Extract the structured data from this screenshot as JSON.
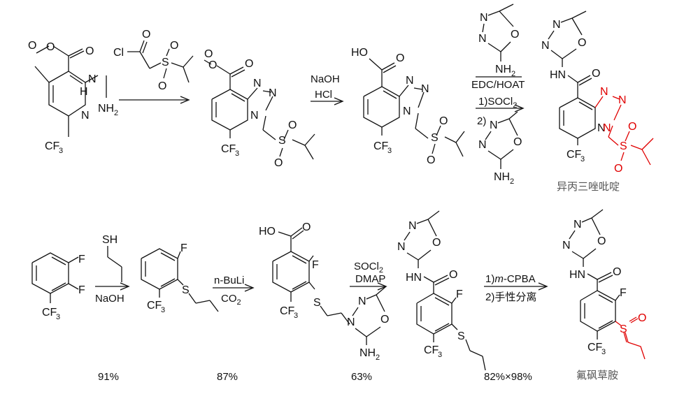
{
  "scheme1": {
    "step1": {
      "reagent_atoms": [
        "Cl",
        "O",
        "S",
        "O"
      ]
    },
    "step2": {
      "above": "NaOH",
      "below": "HCl"
    },
    "step3": {
      "above": "EDC/HOAT",
      "below_1": "1)SOCl",
      "below_1_sub": "2",
      "below_2": "2)"
    },
    "product_name": "异丙三唑吡啶"
  },
  "scheme2": {
    "step1": {
      "below": "NaOH"
    },
    "step2": {
      "above": "n-BuLi",
      "below_main": "CO",
      "below_sub": "2"
    },
    "step3": {
      "above_main": "SOCl",
      "above_sub": "2",
      "below": "DMAP"
    },
    "step4": {
      "above_pre": "1)",
      "above_italic": "m",
      "above_post": "-CPBA",
      "below": "2)手性分离"
    },
    "product_name": "氟砜草胺"
  },
  "yields": [
    "91%",
    "87%",
    "63%",
    "82%×98%"
  ],
  "colors": {
    "highlight": "#e00000",
    "ink": "#111111",
    "name_gray": "#555555"
  }
}
